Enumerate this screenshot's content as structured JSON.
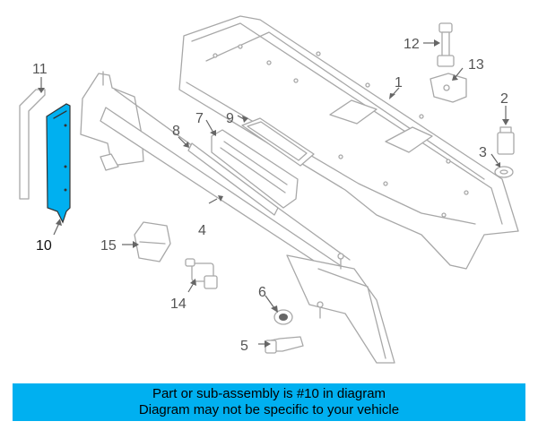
{
  "diagram": {
    "highlighted_part": "10",
    "highlight_color": "#00b0f0",
    "part_color": "#a8a8a8",
    "callouts": [
      "1",
      "2",
      "3",
      "4",
      "5",
      "6",
      "7",
      "8",
      "9",
      "10",
      "11",
      "12",
      "13",
      "14",
      "15"
    ]
  },
  "banner": {
    "line1": "Part or sub-assembly is #10 in diagram",
    "line2": "Diagram may not be specific to your vehicle",
    "background": "#00b0f0"
  }
}
